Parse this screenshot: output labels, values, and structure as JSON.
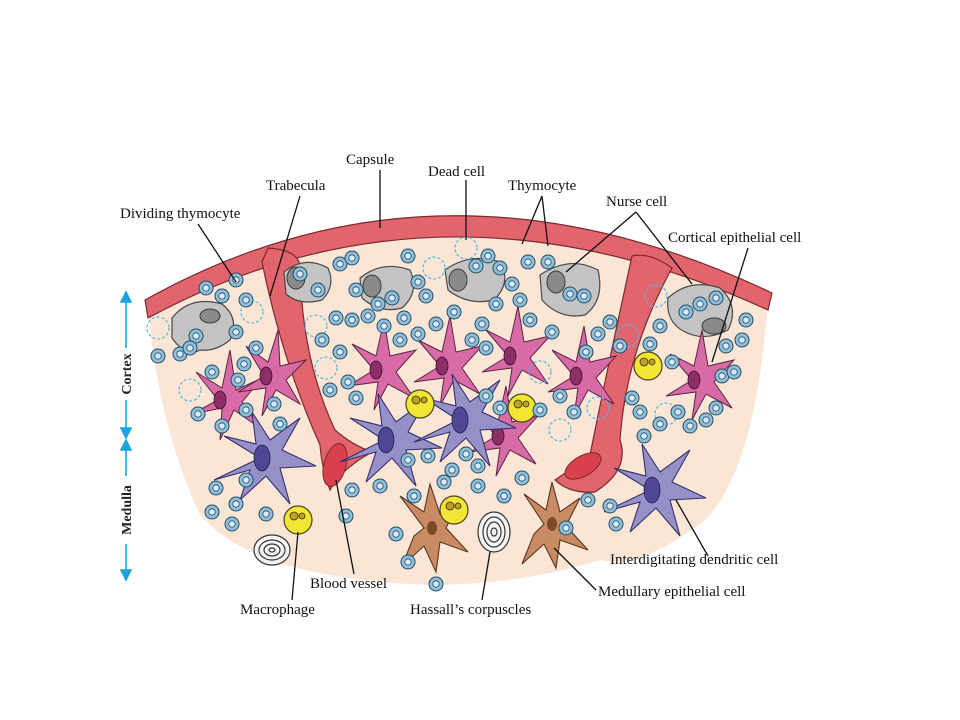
{
  "labels": {
    "capsule": "Capsule",
    "dead_cell": "Dead cell",
    "trabecula": "Trabecula",
    "thymocyte": "Thymocyte",
    "dividing_thymocyte": "Dividing thymocyte",
    "nurse_cell": "Nurse cell",
    "cortical_epithelial_cell": "Cortical epithelial cell",
    "interdigitating_dendritic_cell": "Interdigitating dendritic cell",
    "medullary_epithelial_cell": "Medullary epithelial cell",
    "blood_vessel": "Blood vessel",
    "macrophage": "Macrophage",
    "hassalls_corpuscles": "Hassall’s corpuscles"
  },
  "axis": {
    "cortex": "Cortex",
    "medulla": "Medulla"
  },
  "colors": {
    "capsule": "#e2646c",
    "tissue": "#fbe6d6",
    "thymocyte": "#8fbfd8",
    "dead_cell_outline": "#57b6e4",
    "cortical_epithelial": "#d86aa5",
    "dendritic": "#9690c8",
    "medullary_epithelial": "#c98b64",
    "macrophage": "#f3e534",
    "nurse_cell": "#c4c4c4",
    "arrow": "#1aa3e0"
  }
}
